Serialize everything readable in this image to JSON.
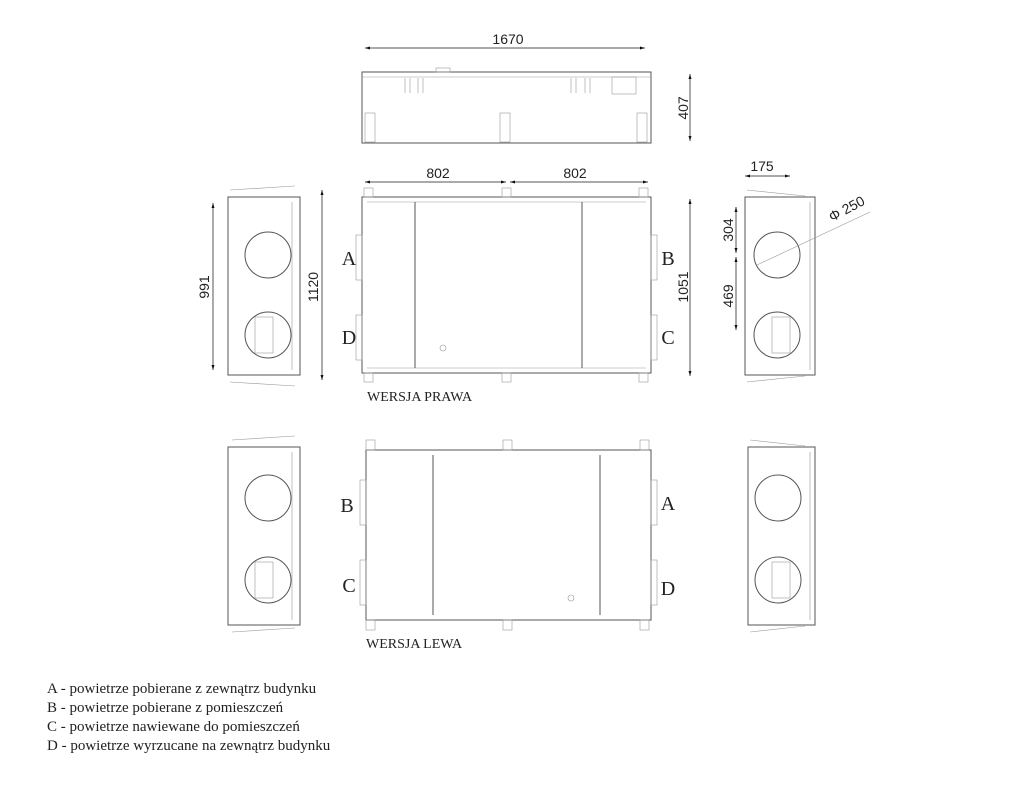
{
  "dimensions": {
    "length": "1670",
    "height_top": "407",
    "half_left": "802",
    "half_right": "802",
    "front_height": "1051",
    "side_inner": "991",
    "side_outer": "1120",
    "side_offset": "175",
    "upper_spigot": "304",
    "spigot_spacing": "469",
    "diameter": "Φ 250"
  },
  "versions": {
    "right": {
      "title": "WERSJA PRAWA",
      "left_top": "A",
      "left_bottom": "D",
      "right_top": "B",
      "right_bottom": "C"
    },
    "left": {
      "title": "WERSJA LEWA",
      "left_top": "B",
      "left_bottom": "C",
      "right_top": "A",
      "right_bottom": "D"
    }
  },
  "legend": [
    {
      "key": "A",
      "sep": "-",
      "text": "powietrze pobierane z zewnątrz budynku"
    },
    {
      "key": "B",
      "sep": "-",
      "text": "powietrze pobierane z pomieszczeń"
    },
    {
      "key": "C",
      "sep": "-",
      "text": "powietrze nawiewane do pomieszczeń"
    },
    {
      "key": "D",
      "sep": "-",
      "text": "powietrze wyrzucane na zewnątrz budynku"
    }
  ]
}
